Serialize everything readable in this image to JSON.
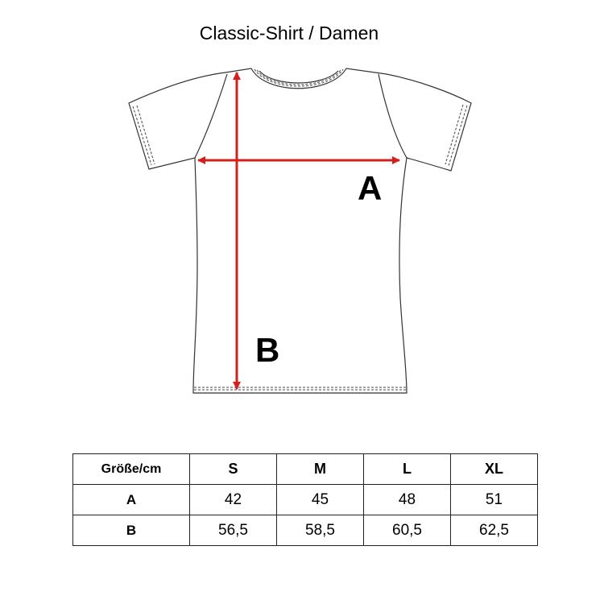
{
  "title": "Classic-Shirt / Damen",
  "dimension_labels": {
    "a": "A",
    "b": "B"
  },
  "colors": {
    "arrow": "#d3201f",
    "outline": "#333333"
  },
  "table": {
    "header": [
      "Größe/cm",
      "S",
      "M",
      "L",
      "XL"
    ],
    "rows": [
      {
        "label": "A",
        "values": [
          "42",
          "45",
          "48",
          "51"
        ]
      },
      {
        "label": "B",
        "values": [
          "56,5",
          "58,5",
          "60,5",
          "62,5"
        ]
      }
    ]
  }
}
